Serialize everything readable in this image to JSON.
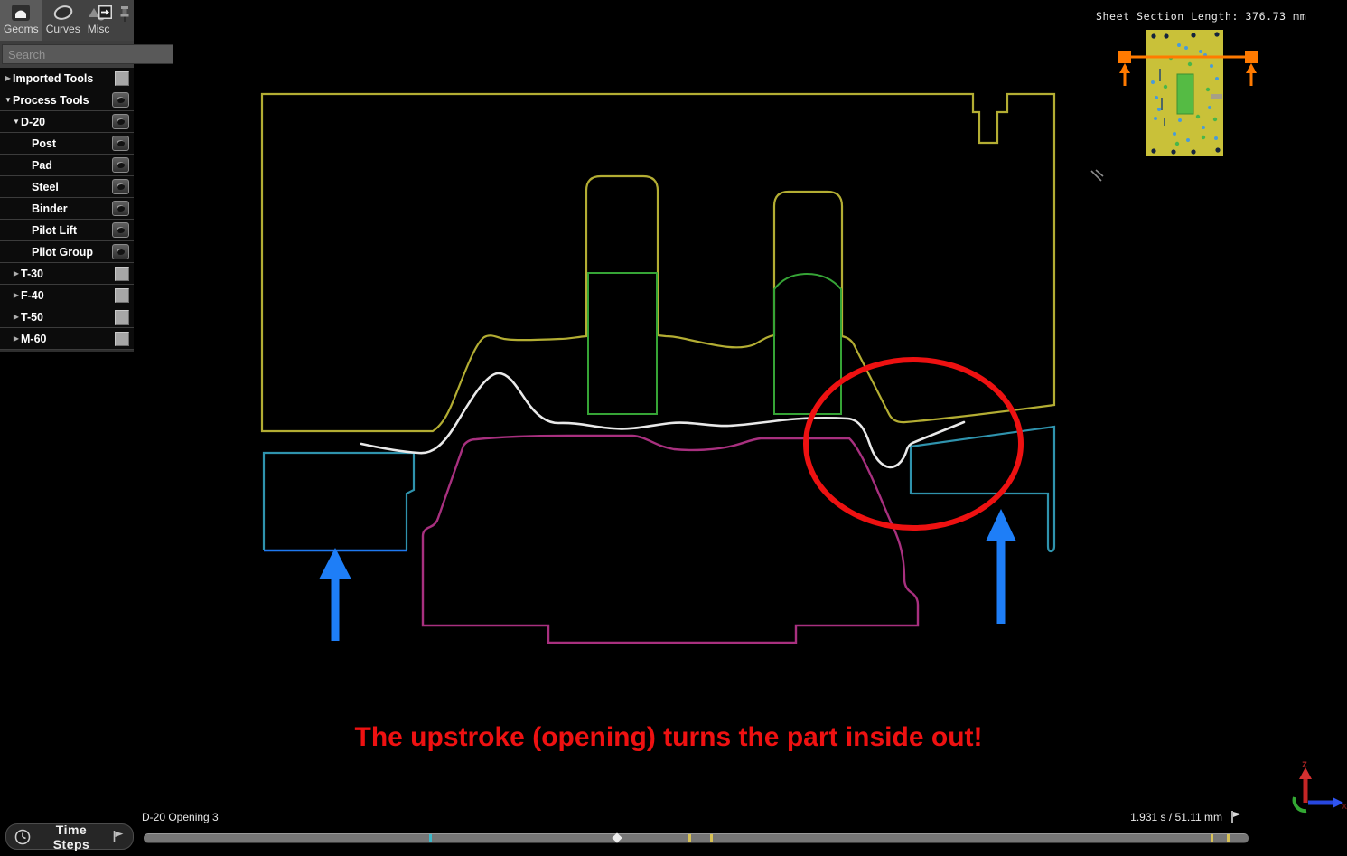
{
  "toolbar": {
    "tabs": [
      {
        "label": "Geoms",
        "selected": true
      },
      {
        "label": "Curves",
        "selected": false
      },
      {
        "label": "Misc",
        "selected": false
      }
    ],
    "search": {
      "placeholder": "Search"
    }
  },
  "tree": {
    "items": [
      {
        "label": "Imported Tools",
        "level": 0,
        "arrow": "collapsed",
        "toggle": "square"
      },
      {
        "label": "Process Tools",
        "level": 0,
        "arrow": "expanded",
        "toggle": "eye"
      },
      {
        "label": "D-20",
        "level": 1,
        "arrow": "expanded",
        "toggle": "eye"
      },
      {
        "label": "Post",
        "level": 2,
        "arrow": null,
        "toggle": "eye"
      },
      {
        "label": "Pad",
        "level": 2,
        "arrow": null,
        "toggle": "eye"
      },
      {
        "label": "Steel",
        "level": 2,
        "arrow": null,
        "toggle": "eye"
      },
      {
        "label": "Binder",
        "level": 2,
        "arrow": null,
        "toggle": "eye"
      },
      {
        "label": "Pilot Lift",
        "level": 2,
        "arrow": null,
        "toggle": "eye"
      },
      {
        "label": "Pilot Group",
        "level": 2,
        "arrow": null,
        "toggle": "eye"
      },
      {
        "label": "T-30",
        "level": 1,
        "arrow": "collapsed",
        "toggle": "square"
      },
      {
        "label": "F-40",
        "level": 1,
        "arrow": "collapsed",
        "toggle": "square"
      },
      {
        "label": "T-50",
        "level": 1,
        "arrow": "collapsed",
        "toggle": "square"
      },
      {
        "label": "M-60",
        "level": 1,
        "arrow": "collapsed",
        "toggle": "square"
      }
    ]
  },
  "viewport": {
    "sheet_section_length": "Sheet Section Length: 376.73 mm",
    "annotation": "The upstroke (opening) turns the part inside out!",
    "axis": {
      "z_label": "z",
      "x_label": "x"
    }
  },
  "timeline": {
    "button_label": "Time Steps",
    "step_label": "D-20 Opening 3",
    "time_label": "1.931 s / 51.11 mm",
    "markers": [
      {
        "type": "tick",
        "color": "#3fb8c9",
        "pos": 0.258
      },
      {
        "type": "playhead",
        "color": "#ededed",
        "pos": 0.4285
      },
      {
        "type": "tick",
        "color": "#d8c257",
        "pos": 0.493
      },
      {
        "type": "tick",
        "color": "#d8c257",
        "pos": 0.513
      },
      {
        "type": "tick",
        "color": "#d8c257",
        "pos": 0.966
      },
      {
        "type": "tick",
        "color": "#d8c257",
        "pos": 0.98
      }
    ]
  },
  "colors": {
    "upper_die": "#b3ad33",
    "steel": "#36a436",
    "sheet": "#e9e9e9",
    "lower_post": "#a8307f",
    "binder": "#2f93ad",
    "binder_bottom": "#1e78f0",
    "arrow_blue": "#1e7ef7",
    "annotation_red": "#ee1111",
    "section_orange": "#ff7a00",
    "minimap_yellow": "#c9c139",
    "minimap_green": "#55bb44"
  }
}
